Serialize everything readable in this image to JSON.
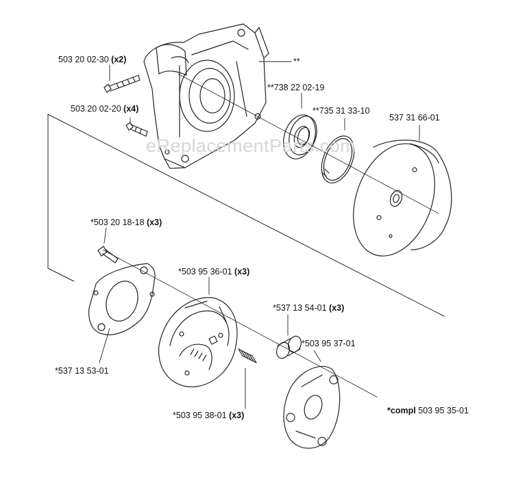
{
  "watermark": "eReplacementParts.com",
  "labels": {
    "screw_top": {
      "part": "503 20 02-30",
      "qty": "(x2)"
    },
    "crankcase": {
      "part": "**",
      "qty": ""
    },
    "seal": {
      "part": "**738 22 02-19",
      "qty": ""
    },
    "screw_mid": {
      "part": "503 20 02-20",
      "qty": "(x4)"
    },
    "circlip": {
      "part": "**735 31 33-10",
      "qty": ""
    },
    "drum": {
      "part": "537 31 66-01",
      "qty": ""
    },
    "shoulder_screw": {
      "part": "*503 20 18-18",
      "qty": "(x3)"
    },
    "clutch_shoe": {
      "part": "*503 95 36-01",
      "qty": "(x3)"
    },
    "bushing": {
      "part": "*537 13 54-01",
      "qty": "(x3)"
    },
    "cover_plate": {
      "part": "*503 95 37-01",
      "qty": ""
    },
    "hub_plate": {
      "part": "*537 13 53-01",
      "qty": ""
    },
    "spring": {
      "part": "*503 95 38-01",
      "qty": "(x3)"
    },
    "complete": {
      "prefix": "*compl",
      "part": "503 95 35-01"
    }
  }
}
